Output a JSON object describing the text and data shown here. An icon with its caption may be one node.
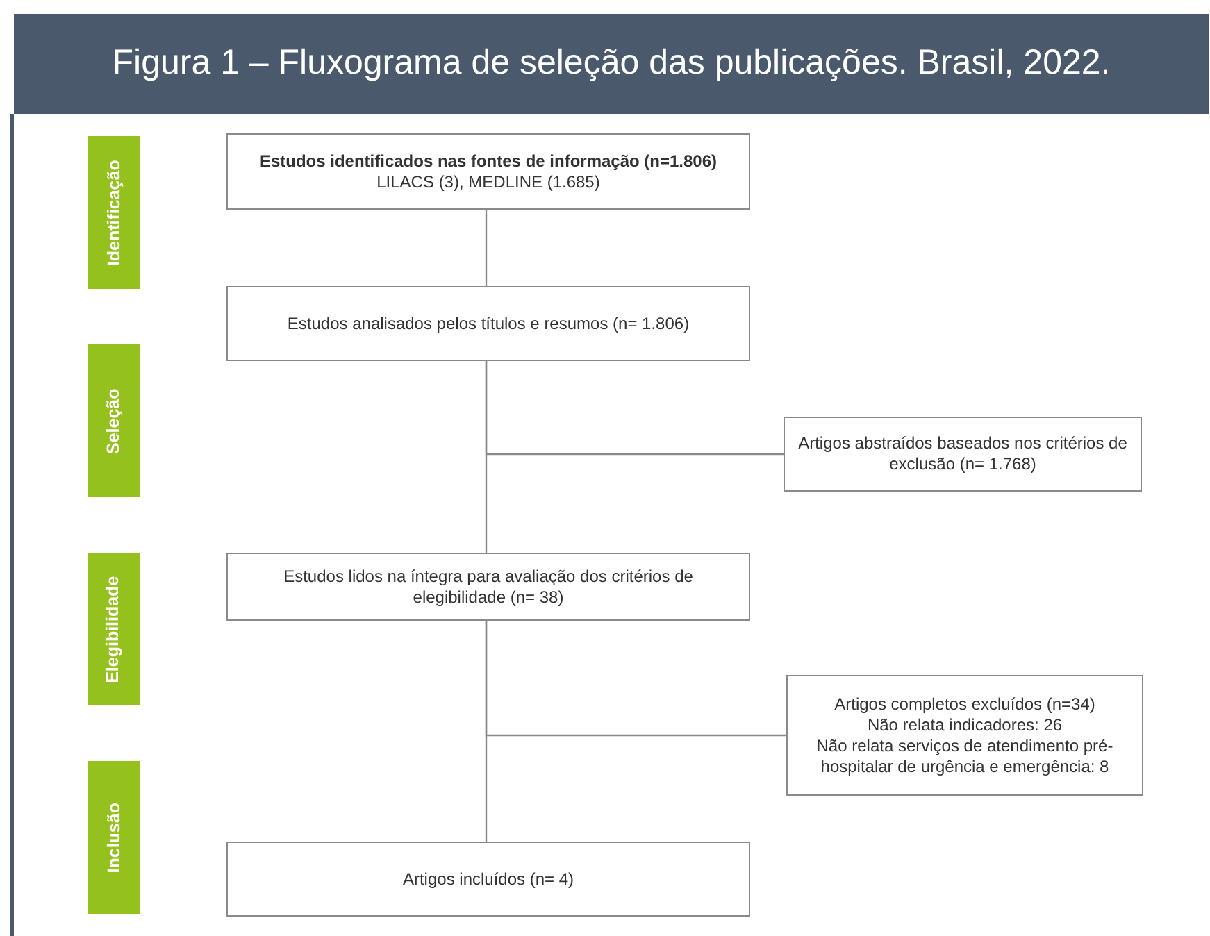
{
  "diagram": {
    "title": "Figura 1 – Fluxograma de seleção das publicações. Brasil, 2022.",
    "nodes": [
      {
        "text": [
          "Identificação"
        ]
      },
      {
        "text": [
          "Estudos identificados nas fontes de informação (n=1.806)",
          "LILACS (3), MEDLINE (1.685)"
        ]
      },
      {
        "text": [
          "Estudos analisados pelos títulos e resumos (n= 1.806)"
        ]
      },
      {
        "text": [
          "Seleção"
        ]
      },
      {
        "text": [
          "Artigos abstraídos baseados nos critérios de exclusão (n= 1.768)"
        ]
      },
      {
        "text": [
          "Elegibilidade"
        ]
      },
      {
        "text": [
          "Estudos lidos na íntegra para avaliação dos critérios de elegibilidade (n= 38)"
        ]
      },
      {
        "text": [
          "Artigos completos excluídos (n=34)",
          "Não relata indicadores: 26",
          "Não relata serviços de atendimento pré-hospitalar de urgência e emergência: 8"
        ]
      },
      {
        "text": [
          "Inclusão"
        ]
      },
      {
        "text": [
          "Artigos incluídos (n= 4)"
        ]
      }
    ],
    "edges": [
      {
        "from": 1,
        "to": 2,
        "arrow": "none"
      },
      {
        "from": 2,
        "to": 4,
        "arrow": "none"
      },
      {
        "from": 2,
        "to": 6,
        "arrow": "none"
      },
      {
        "from": 6,
        "to": 7,
        "arrow": "none"
      },
      {
        "from": 6,
        "to": 9,
        "arrow": "none"
      }
    ]
  }
}
